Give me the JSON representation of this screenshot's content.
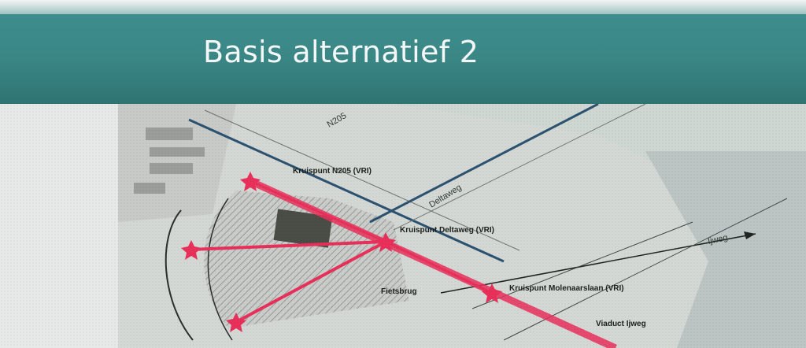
{
  "slide": {
    "title": "Basis alternatief 2"
  },
  "map": {
    "labels": {
      "kruispunt_n205": "Kruispunt N205 (VRI)",
      "kruispunt_deltaweg": "Kruispunt Deltaweg (VRI)",
      "kruispunt_molenaarslaan": "Kruispunt Molenaarslaan (VRI)",
      "fietsbrug": "Fietsbrug",
      "viaduct_ijweg": "Viaduct Ijweg"
    },
    "roads": {
      "n205": "N205",
      "deltaweg": "Deltaweg",
      "ijweg": "Ijweg"
    },
    "colors": {
      "route": "#e8305a",
      "header": "#3a8786"
    }
  }
}
